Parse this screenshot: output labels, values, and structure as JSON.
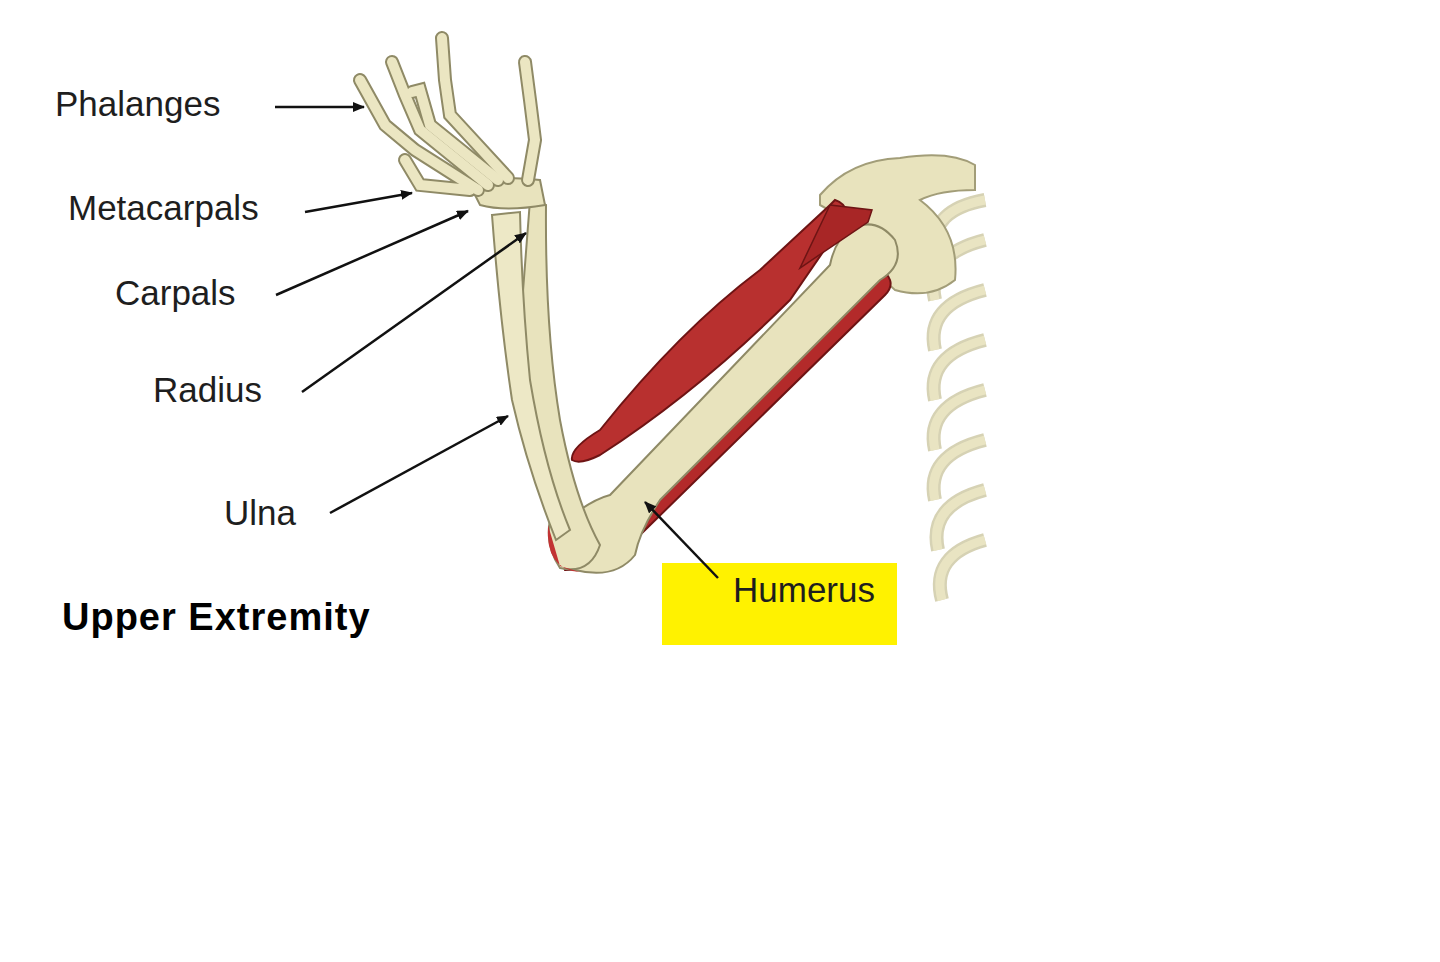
{
  "diagram": {
    "title": "Upper Extremity",
    "labels": [
      "Phalanges",
      "Metacarpals",
      "Carpals",
      "Radius",
      "Ulna",
      "Humerus"
    ]
  }
}
